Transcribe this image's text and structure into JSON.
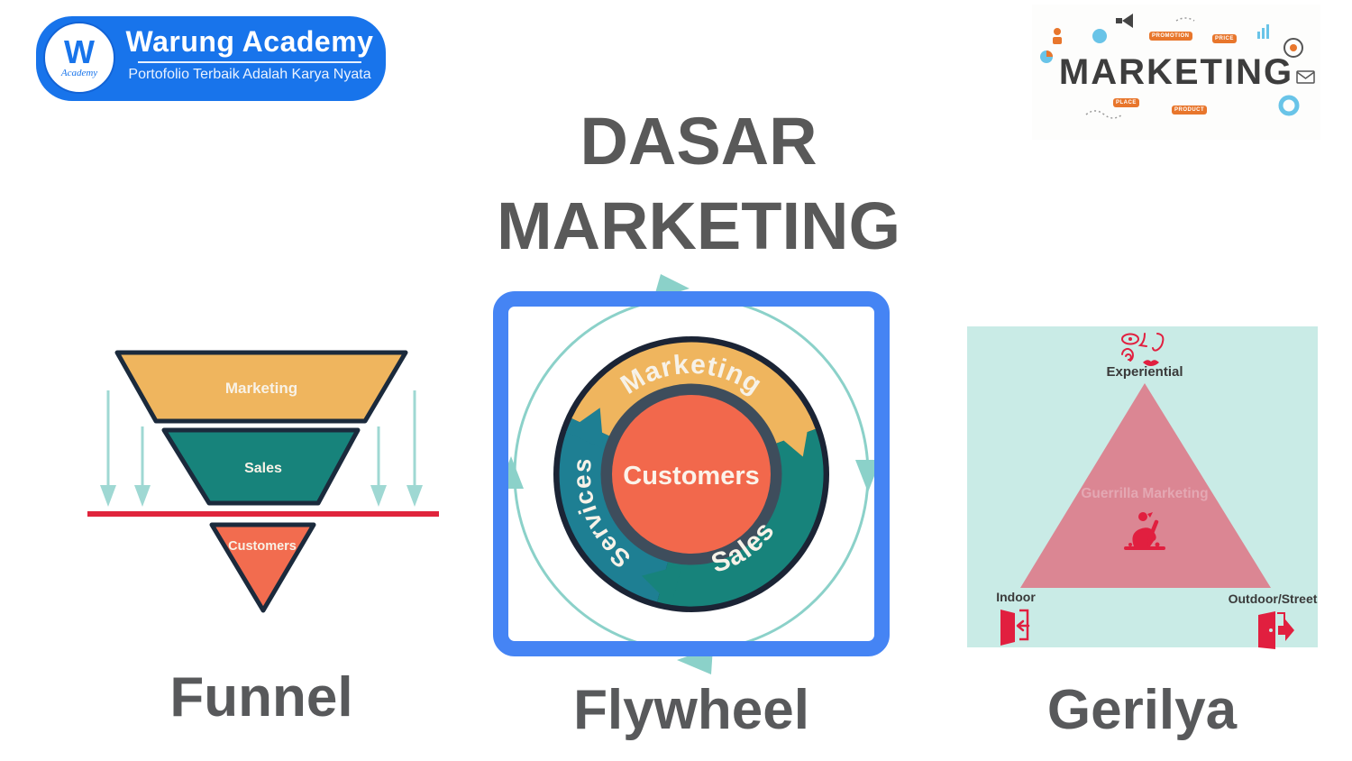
{
  "slide": {
    "background": "#FFFFFF",
    "title_line1": "DASAR",
    "title_line2": "MARKETING",
    "title_color": "#595959",
    "caption_color": "#58595B"
  },
  "logo_badge": {
    "monogram": "W",
    "monogram_caption": "Academy",
    "brand": "Warung Academy",
    "tagline": "Portofolio Terbaik Adalah Karya Nyata",
    "background": "#1874EB"
  },
  "marketing_doodle": {
    "headline": "MARKETING",
    "headline_color": "#3D3D3D",
    "tags": [
      "PROMOTION",
      "PRICE",
      "PLACE",
      "PRODUCT"
    ],
    "tag_color": "#E8762C"
  },
  "funnel": {
    "caption": "Funnel",
    "stages": [
      {
        "name": "Marketing",
        "color": "#EFB55E"
      },
      {
        "name": "Sales",
        "color": "#17837B"
      },
      {
        "name": "Customers",
        "color": "#F26C4F"
      }
    ],
    "baseline_color": "#E0243C",
    "arrow_color": "#9FD8D3",
    "outline_color": "#1B2A3C"
  },
  "flywheel": {
    "caption": "Flywheel",
    "center_label": "Customers",
    "center_color": "#F2684C",
    "segments": [
      {
        "name": "Marketing",
        "color": "#EFB55E"
      },
      {
        "name": "Sales",
        "color": "#17837B"
      },
      {
        "name": "Services",
        "color": "#1E7F93"
      }
    ],
    "frame_color": "#4584F4",
    "ring_color": "#3E4D5C",
    "disc_color": "#1B2435",
    "cycle_arrow_color": "#8BD1C9"
  },
  "gerilya": {
    "caption": "Gerilya",
    "panel_background": "#C9EBE6",
    "triangle_color": "#DB8693",
    "icon_color": "#E11F3F",
    "top_label": "Experiential",
    "center_label": "Guerrilla Marketing",
    "center_label_color": "#E4A8B3",
    "bottom_left_label": "Indoor",
    "bottom_right_label": "Outdoor/Street"
  }
}
